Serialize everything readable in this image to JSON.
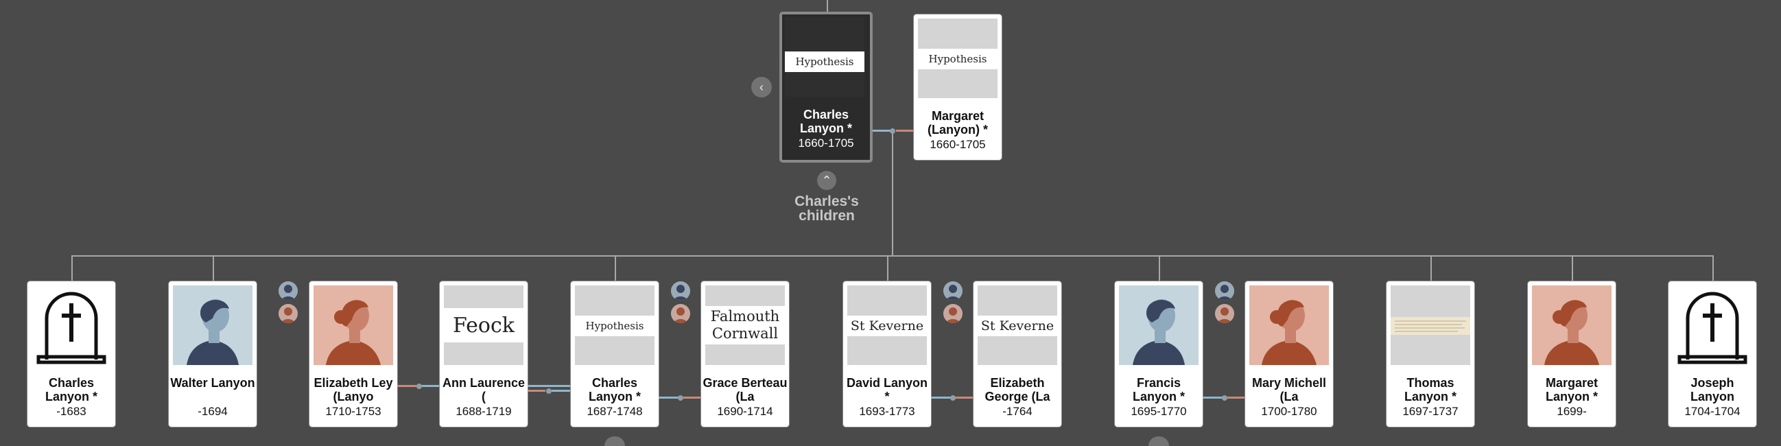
{
  "parent_couple": {
    "person": {
      "thumb_text": "Hypothesis",
      "name": "Charles Lanyon *",
      "years": "1660-1705"
    },
    "spouse": {
      "thumb_text": "Hypothesis",
      "name": "Margaret (Lanyon) *",
      "years": "1660-1705"
    }
  },
  "nav": {
    "prev_icon": "‹",
    "collapse_icon": "⌃"
  },
  "children_label": "Charles's children",
  "children": [
    {
      "name": "Charles Lanyon *",
      "years": "-1683",
      "thumb": "headstone"
    },
    {
      "name": "Walter Lanyon",
      "years": "-1694",
      "thumb": "male"
    },
    {
      "name": "Elizabeth Ley (Lanyo",
      "years": "1710-1753",
      "thumb": "female"
    },
    {
      "name": "Ann Laurence (",
      "years": "1688-1719",
      "thumb_text": "Feock"
    },
    {
      "name": "Charles Lanyon *",
      "years": "1687-1748",
      "thumb_text": "Hypothesis"
    },
    {
      "name": "Grace Berteau (La",
      "years": "1690-1714",
      "thumb_text_line1": "Falmouth",
      "thumb_text_line2": "Cornwall"
    },
    {
      "name": "David Lanyon *",
      "years": "1693-1773",
      "thumb_text": "St Keverne"
    },
    {
      "name": "Elizabeth George (La",
      "years": "-1764",
      "thumb_text": "St Keverne"
    },
    {
      "name": "Francis Lanyon *",
      "years": "1695-1770",
      "thumb": "male"
    },
    {
      "name": "Mary Michell (La",
      "years": "1700-1780",
      "thumb": "female"
    },
    {
      "name": "Thomas Lanyon *",
      "years": "1697-1737",
      "thumb": "document"
    },
    {
      "name": "Margaret Lanyon *",
      "years": "1699-",
      "thumb": "female"
    },
    {
      "name": "Joseph Lanyon",
      "years": "1704-1704",
      "thumb": "headstone"
    }
  ],
  "colors": {
    "background": "#4a4a4a",
    "line": "#a8a8a8",
    "male_link": "#8fb6cc",
    "female_link": "#c98a78"
  }
}
